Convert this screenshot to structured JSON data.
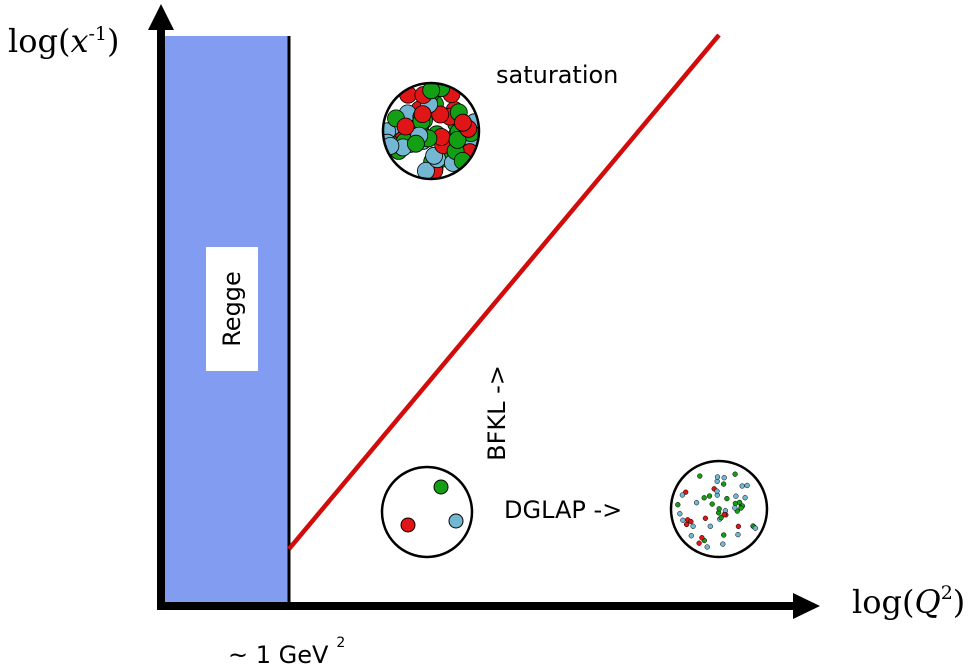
{
  "axes": {
    "y_label": {
      "pre": "log(",
      "var": "x",
      "sup": "-1",
      "post": ")"
    },
    "x_label": {
      "pre": "log(",
      "var": "Q",
      "sup": "2",
      "post": ")"
    },
    "x_tick": {
      "text": "~ 1 GeV",
      "sup": "2"
    }
  },
  "regions": {
    "regge": {
      "label": "Regge",
      "color": "#819cf0"
    },
    "saturation_line_color": "#d20b0b"
  },
  "labels": {
    "saturation": "saturation",
    "bfkl": "BFKL ->",
    "dglap": "DGLAP ->"
  },
  "parton_colors": {
    "red": "#e01515",
    "green": "#149e14",
    "blue": "#73b7d2"
  }
}
